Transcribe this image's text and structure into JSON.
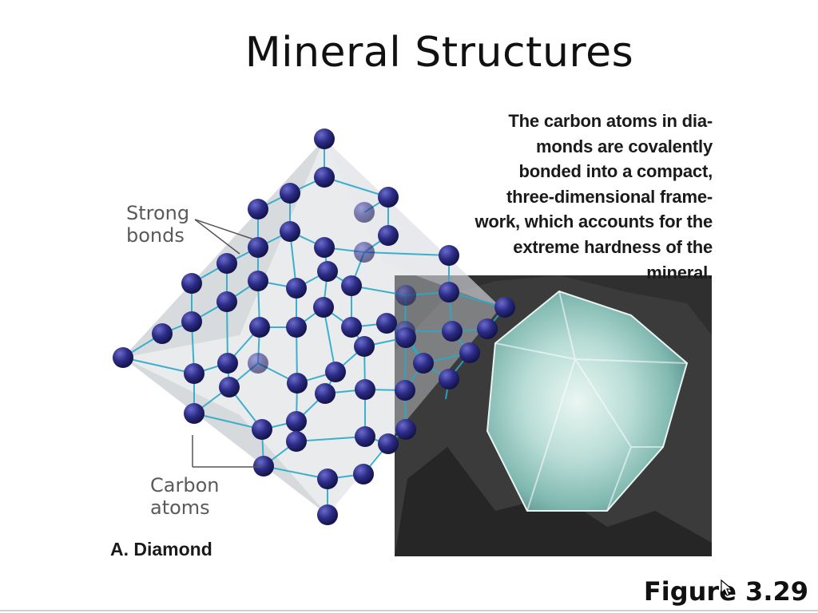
{
  "slide": {
    "title": "Mineral Structures",
    "caption": "The carbon atoms in diamonds are covalently bonded into a compact, three-dimensional framework, which accounts for the extreme hardness of the mineral.",
    "caption_lines": [
      "The carbon atoms in dia-",
      "monds are covalently",
      "bonded into a compact,",
      "three-dimensional frame-",
      "work, which accounts for the",
      "extreme hardness of the",
      "mineral."
    ],
    "labels": {
      "strong_bonds": [
        "Strong",
        "bonds"
      ],
      "carbon_atoms": [
        "Carbon",
        "atoms"
      ],
      "diamond": "A. Diamond"
    },
    "figure_number": "Figure 3.29"
  },
  "colors": {
    "atom": "#2a2a7a",
    "bond": "#2aa8c8",
    "crystal_face": "#d8dade",
    "text_gray": "#5a5a5a"
  }
}
